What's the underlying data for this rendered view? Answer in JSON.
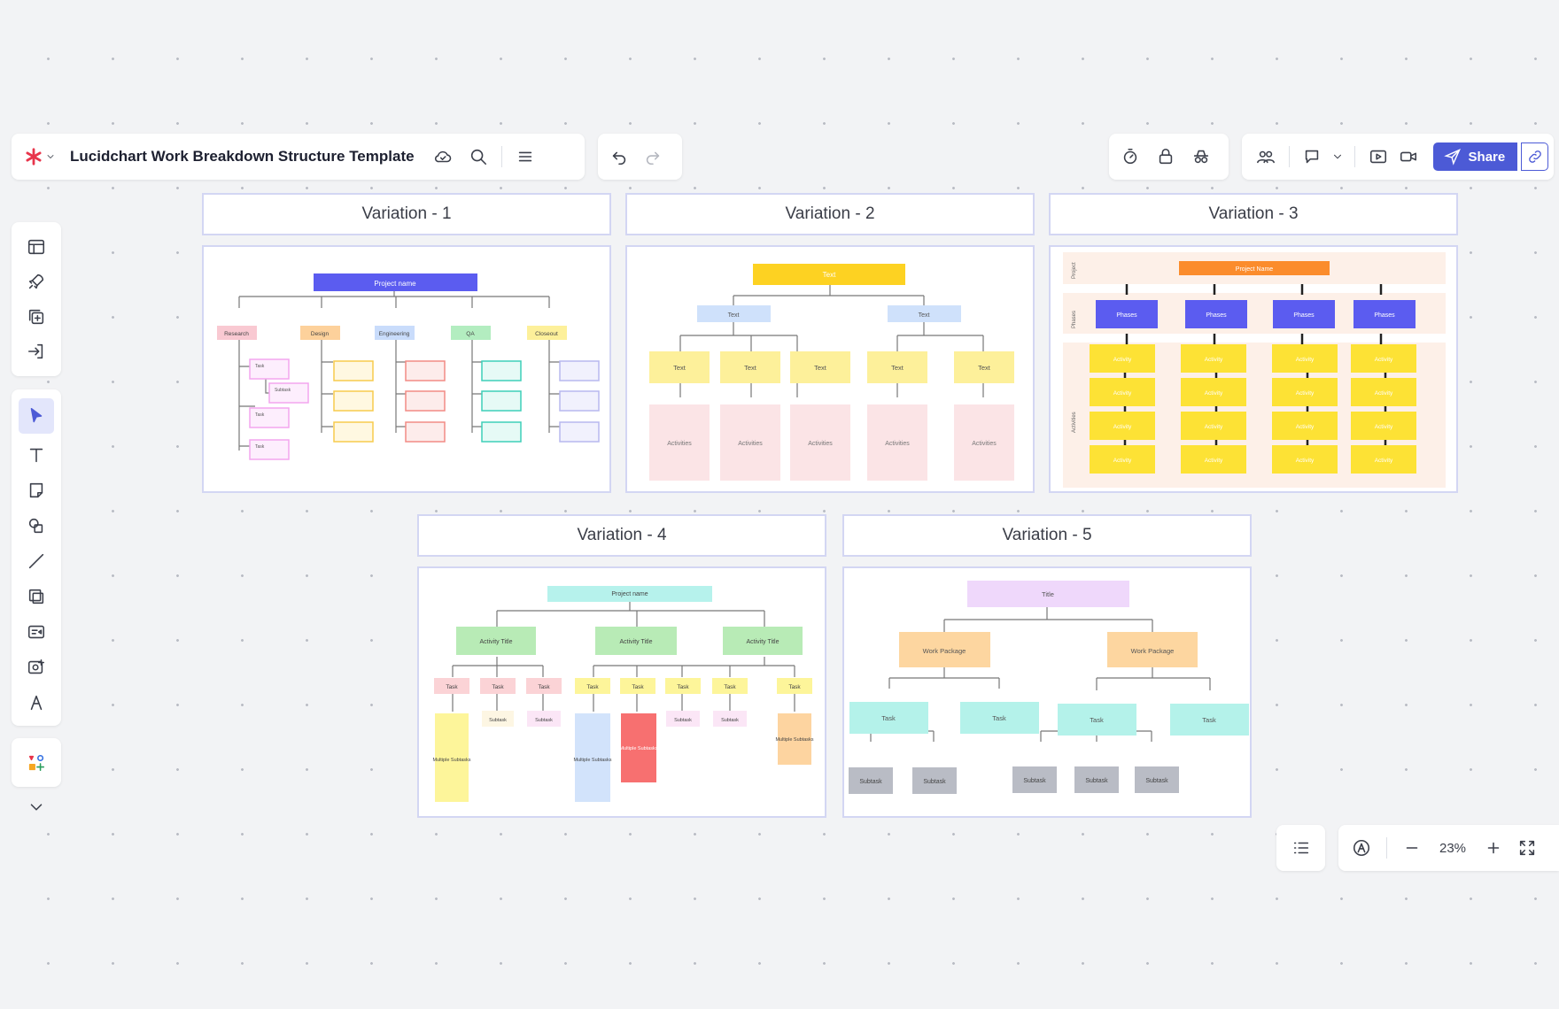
{
  "app": {
    "doc_title": "Lucidchart Work Breakdown Structure Template",
    "share_label": "Share",
    "zoom": "23%"
  },
  "icons": {
    "logo": "lucid-asterisk-icon",
    "accent": "#4c5ad6"
  },
  "variations": {
    "v1": {
      "title": "Variation - 1",
      "root": "Project name",
      "branches": [
        "Research",
        "Design",
        "Engineering",
        "QA",
        "Closeout"
      ],
      "items": [
        "Task",
        "Subtask",
        "Task",
        "Task"
      ]
    },
    "v2": {
      "title": "Variation - 2",
      "root": "Text",
      "level2": [
        "Text",
        "Text"
      ],
      "level3": [
        "Text",
        "Text",
        "Text",
        "Text",
        "Text"
      ],
      "leaf": "Activities"
    },
    "v3": {
      "title": "Variation - 3",
      "row_labels": [
        "Project",
        "Phases",
        "Activities"
      ],
      "root": "Project Name",
      "phase": "Phases",
      "activity": "Activity"
    },
    "v4": {
      "title": "Variation - 4",
      "root": "Project name",
      "activity": "Activity Title",
      "task": "Task",
      "subtask": "Subtask",
      "multi": "Multiple Subtasks"
    },
    "v5": {
      "title": "Variation - 5",
      "root": "Title",
      "package": "Work Package",
      "task": "Task",
      "subtask": "Subtask"
    }
  }
}
